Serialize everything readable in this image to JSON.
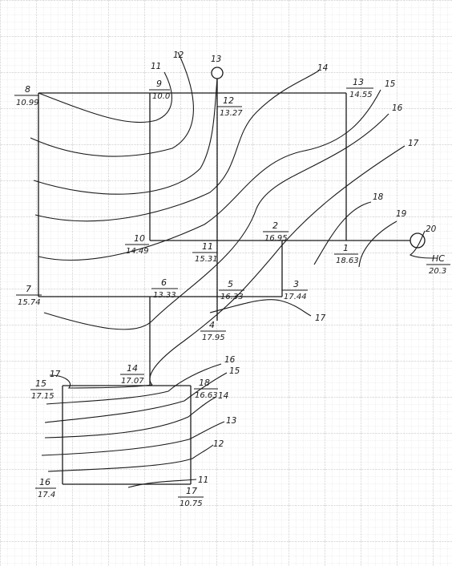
{
  "nodes": [
    {
      "id": "n8",
      "num": "8",
      "value": "10.99"
    },
    {
      "id": "n9",
      "num": "9",
      "value": "10.0"
    },
    {
      "id": "n12",
      "num": "12",
      "value": "13.27"
    },
    {
      "id": "n13",
      "num": "13",
      "value": "14.55"
    },
    {
      "id": "n10",
      "num": "10",
      "value": "14.49"
    },
    {
      "id": "n11",
      "num": "11",
      "value": "15.31"
    },
    {
      "id": "n2",
      "num": "2",
      "value": "16.95"
    },
    {
      "id": "n1",
      "num": "1",
      "value": "18.63"
    },
    {
      "id": "nHC",
      "num": "HC",
      "value": "20.3"
    },
    {
      "id": "n7",
      "num": "7",
      "value": "15.74"
    },
    {
      "id": "n6",
      "num": "6",
      "value": "13.33"
    },
    {
      "id": "n5",
      "num": "5",
      "value": "16.33"
    },
    {
      "id": "n3",
      "num": "3",
      "value": "17.44"
    },
    {
      "id": "n4",
      "num": "4",
      "value": "17.95"
    },
    {
      "id": "n14",
      "num": "14",
      "value": "17.07"
    },
    {
      "id": "n15",
      "num": "15",
      "value": "17.15"
    },
    {
      "id": "n18",
      "num": "18",
      "value": "16.63"
    },
    {
      "id": "n16",
      "num": "16",
      "value": "17.4"
    },
    {
      "id": "n17",
      "num": "17",
      "value": "10.75"
    }
  ],
  "contour_labels": [
    {
      "id": "c11a",
      "text": "11"
    },
    {
      "id": "c12a",
      "text": "12"
    },
    {
      "id": "c13a",
      "text": "13"
    },
    {
      "id": "c14a",
      "text": "14"
    },
    {
      "id": "c15a",
      "text": "15"
    },
    {
      "id": "c16a",
      "text": "16"
    },
    {
      "id": "c17a",
      "text": "17"
    },
    {
      "id": "c18a",
      "text": "18"
    },
    {
      "id": "c19a",
      "text": "19"
    },
    {
      "id": "c20a",
      "text": "20"
    },
    {
      "id": "c17b",
      "text": "17"
    },
    {
      "id": "c17c",
      "text": "17"
    },
    {
      "id": "c16b",
      "text": "16"
    },
    {
      "id": "c15b",
      "text": "15"
    },
    {
      "id": "c14b",
      "text": "14"
    },
    {
      "id": "c13b",
      "text": "13"
    },
    {
      "id": "c12b",
      "text": "12"
    },
    {
      "id": "c11b",
      "text": "11"
    }
  ],
  "colors": {
    "ink": "#1a1a1a",
    "grid_minor": "#c9c9c9",
    "grid_major": "#9a9a9a",
    "paper": "#ffffff"
  }
}
